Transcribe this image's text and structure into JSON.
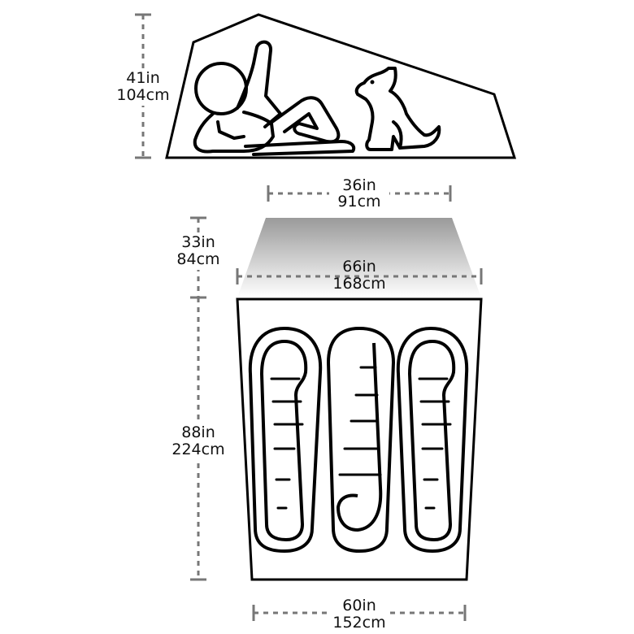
{
  "diagram": {
    "side_view": {
      "height": {
        "imperial": "41in",
        "metric": "104cm"
      }
    },
    "floor_plan": {
      "vestibule_width": {
        "imperial": "36in",
        "metric": "91cm"
      },
      "vestibule_depth": {
        "imperial": "33in",
        "metric": "84cm"
      },
      "head_width": {
        "imperial": "66in",
        "metric": "168cm"
      },
      "floor_length": {
        "imperial": "88in",
        "metric": "224cm"
      },
      "foot_width": {
        "imperial": "60in",
        "metric": "152cm"
      },
      "sleeping_bag_count": 3
    },
    "colors": {
      "outline": "#000000",
      "dimension_line": "#777777",
      "vestibule_gradient_top": "#9a9a9a",
      "vestibule_gradient_bottom": "#ffffff"
    }
  }
}
